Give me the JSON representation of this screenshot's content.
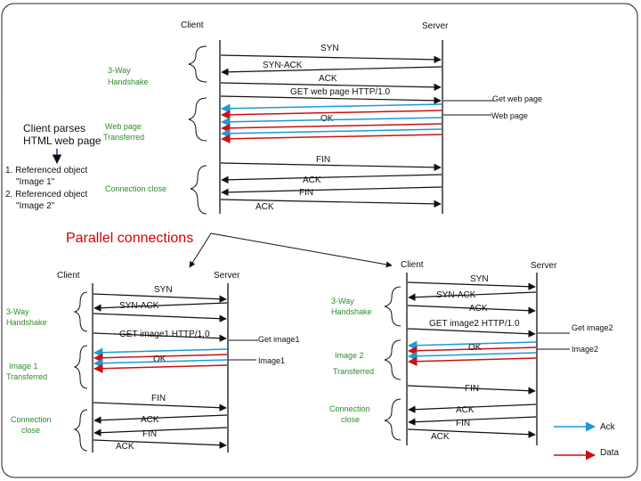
{
  "top": {
    "client": "Client",
    "server": "Server",
    "msgs": {
      "syn": "SYN",
      "synack": "SYN-ACK",
      "ack": "ACK",
      "get": "GET web page HTTP/1.0",
      "ok": "OK",
      "fin1": "FIN",
      "ack2": "ACK",
      "fin2": "FIN",
      "ack3": "ACK"
    },
    "labels": {
      "handshake": [
        "3-Way",
        "Handshake"
      ],
      "webpage_transferred": [
        "Web page",
        "Transferred"
      ],
      "client_parses": [
        "Client parses",
        "HTML web page"
      ],
      "referenced": [
        "1. Referenced object",
        "\"Image 1\"",
        "2. Referenced  object",
        "\"Image 2\""
      ],
      "connection_close": "Connection close",
      "get_web_page": "Get web page",
      "web_page": "Web page"
    }
  },
  "title": "Parallel connections",
  "left_conn": {
    "client": "Client",
    "server": "Server",
    "msgs": {
      "syn": "SYN",
      "synack": "SYN-ACK",
      "get": "GET image1 HTTP/1.0",
      "ok": "OK",
      "fin": "FIN",
      "ack": "ACK",
      "fin2": "FIN",
      "ack2": "ACK"
    },
    "labels": {
      "handshake": [
        "3-Way",
        "Handshake"
      ],
      "transferred": [
        "Image 1",
        "Transferred"
      ],
      "close": [
        "Connection",
        "close"
      ],
      "get_image1": "Get image1",
      "image1": "Image1"
    }
  },
  "right_conn": {
    "client": "Client",
    "server": "Server",
    "msgs": {
      "syn": "SYN",
      "synack": "SYN-ACK",
      "ack": "ACK",
      "get": "GET image2 HTTP/1.0",
      "ok": "OK",
      "fin": "FIN",
      "ack2": "ACK",
      "fin2": "FIN",
      "ack3": "ACK"
    },
    "labels": {
      "handshake": [
        "3-Way",
        "Handshake"
      ],
      "transferred": [
        "Image  2",
        "Transferred"
      ],
      "close": [
        "Connection",
        "close"
      ],
      "get_image2": "Get image2",
      "image2": "Image2"
    }
  },
  "legend": {
    "ack": "Ack",
    "data": "Data"
  },
  "colors": {
    "data": "#cc1111",
    "ack": "#1a9ad6",
    "line": "#111111"
  }
}
